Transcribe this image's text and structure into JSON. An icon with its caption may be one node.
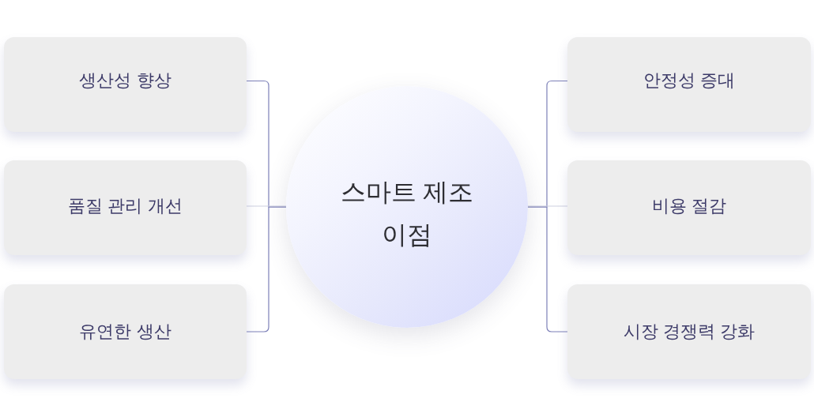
{
  "diagram": {
    "nodes": [
      {
        "text": [
          "생산성 향상"
        ]
      },
      {
        "text": [
          "품질 관리 개선"
        ]
      },
      {
        "text": [
          "유연한 생산"
        ]
      },
      {
        "text": [
          "스마트 제조 이점"
        ]
      },
      {
        "text": [
          "안정성 증대"
        ]
      },
      {
        "text": [
          "비용 절감"
        ]
      },
      {
        "text": [
          "시장 경쟁력 강화"
        ]
      }
    ],
    "edges": [
      {
        "from": 0,
        "to": 3,
        "arrow": "none"
      },
      {
        "from": 1,
        "to": 3,
        "arrow": "none",
        "color": "#cdd0df"
      },
      {
        "from": 2,
        "to": 3,
        "arrow": "none"
      },
      {
        "from": 4,
        "to": 3,
        "arrow": "none"
      },
      {
        "from": 5,
        "to": 3,
        "arrow": "none",
        "color": "#cdd0df"
      },
      {
        "from": 6,
        "to": 3,
        "arrow": "none"
      }
    ]
  }
}
